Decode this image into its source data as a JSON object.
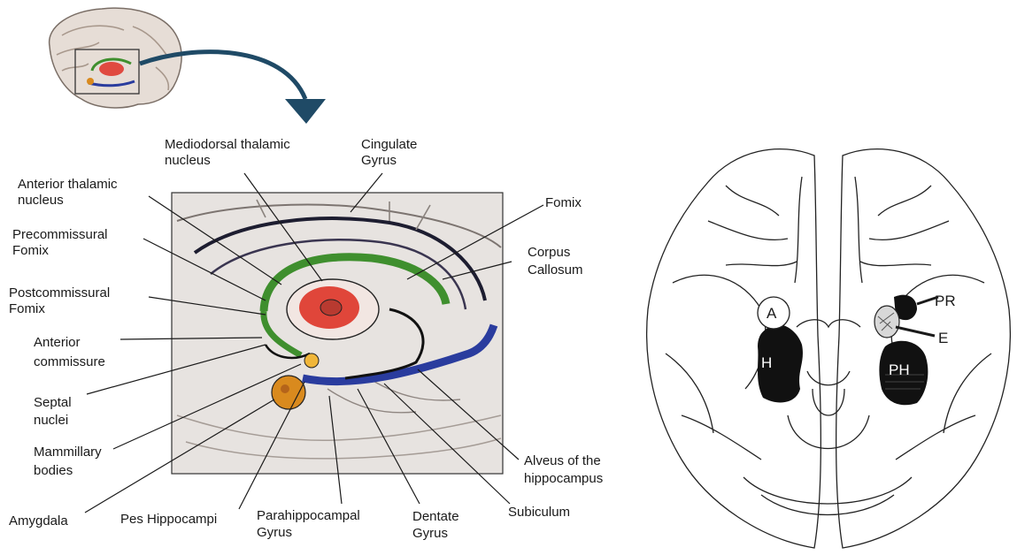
{
  "hippocampal_diagram": {
    "labels": {
      "mediodorsal_thalamic_nucleus": [
        "Mediodorsal thalamic",
        "nucleus"
      ],
      "cingulate_gyrus": [
        "Cingulate",
        "Gyrus"
      ],
      "anterior_thalamic_nucleus": [
        "Anterior thalamic",
        "nucleus"
      ],
      "precommissural_fornix": [
        "Precommissural",
        "Fomix"
      ],
      "postcommissural_fornix": [
        "Postcommissural",
        "Fomix"
      ],
      "anterior_commissure": [
        "Anterior",
        "commissure"
      ],
      "septal_nuclei": [
        "Septal",
        "nuclei"
      ],
      "mammillary_bodies": [
        "Mammillary",
        "bodies"
      ],
      "amygdala": [
        "Amygdala"
      ],
      "pes_hippocampi": [
        "Pes Hippocampi"
      ],
      "parahippocampal_gyrus": [
        "Parahippocampal",
        "Gyrus"
      ],
      "dentate_gyrus": [
        "Dentate",
        "Gyrus"
      ],
      "subiculum": [
        "Subiculum"
      ],
      "alveus": [
        "Alveus of the",
        "hippocampus"
      ],
      "fornix": [
        "Fomix"
      ],
      "corpus_callosum": [
        "Corpus",
        "Callosum"
      ]
    },
    "colors": {
      "fornix_green": "#3f8f2e",
      "thalamus_red": "#e0463a",
      "hippocampus_blue": "#2a3c9e",
      "amygdala_orange": "#d98a1e",
      "arrow_navy": "#1f4a66"
    }
  },
  "ventral_brain": {
    "labels": {
      "A": "A",
      "H": "H",
      "PR": "PR",
      "E": "E",
      "PH": "PH"
    }
  }
}
